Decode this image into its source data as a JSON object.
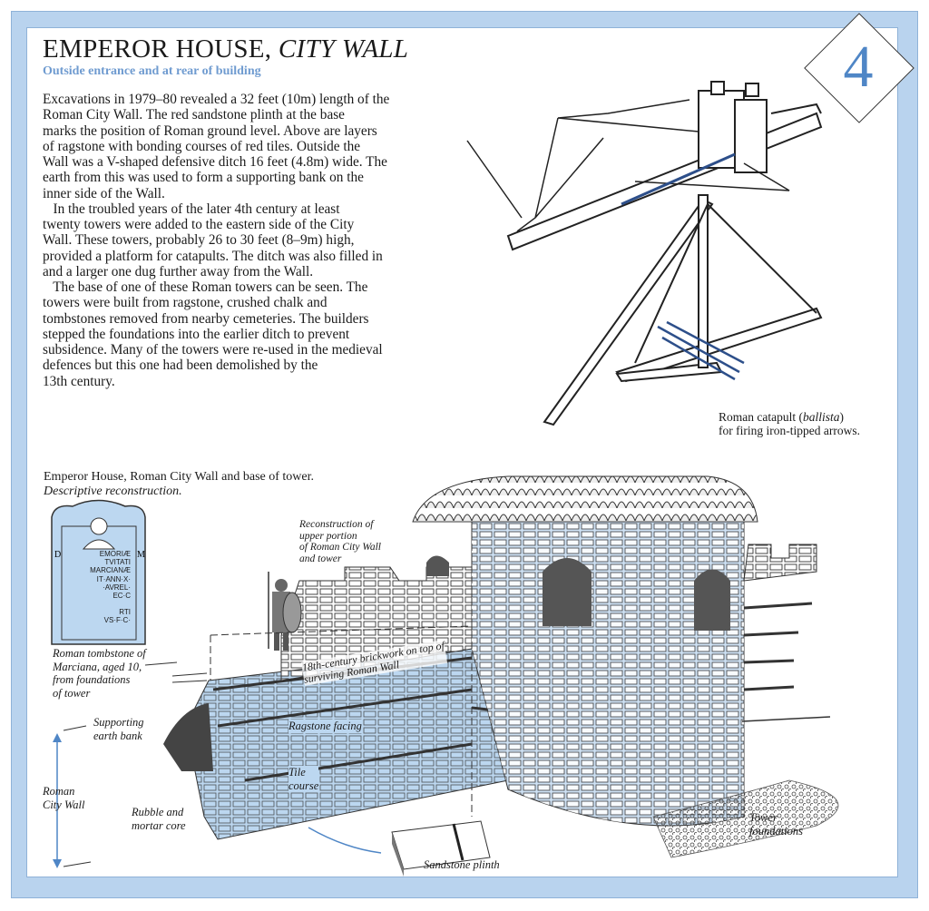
{
  "header": {
    "title_main": "EMPEROR HOUSE,",
    "title_italic": "CITY WALL",
    "subtitle": "Outside entrance and at rear of building",
    "badge_number": "4"
  },
  "body_lines": [
    "Excavations in 1979–80 revealed a 32 feet (10m) length of the",
    "Roman City Wall. The red sandstone plinth at the base",
    "marks the position of Roman ground level. Above are layers",
    "of ragstone with bonding courses of red tiles. Outside the",
    "Wall was a V-shaped defensive ditch 16 feet (4.8m) wide. The",
    "earth from this was used to form a supporting bank on the",
    "inner side of the Wall.",
    "   In the troubled years of the later 4th century at least",
    "twenty towers were added to the eastern side of the City",
    "Wall. These towers, probably 26 to 30 feet (8–9m) high,",
    "provided a platform for catapults. The ditch was also filled in",
    "and a larger one dug further away from the Wall.",
    "   The base of one of these Roman towers can be seen. The",
    "towers were built from ragstone, crushed chalk and",
    "tombstones removed from nearby cemeteries. The builders",
    "stepped the foundations into the earlier ditch to prevent",
    "subsidence. Many of the towers were re-used in the medieval",
    "defences but this one had been demolished by the",
    "13th century."
  ],
  "catapult_caption": {
    "pre": "Roman catapult (",
    "italic": "ballista",
    "post": ")",
    "line2": "for firing iron-tipped arrows."
  },
  "reconstruction_caption": {
    "line1": "Emperor House, Roman City Wall and base of tower.",
    "line2": "Descriptive reconstruction."
  },
  "tombstone": {
    "inscription": [
      "D",
      "M",
      "EMORIÆ",
      "TVITATI",
      "MARCIANÆ",
      "IT·ANN·X·",
      "·AVREL·",
      "EC·C",
      "RTI",
      "VS·F·C·"
    ],
    "caption": "Roman tombstone of\nMarciana, aged 10,\nfrom foundations\nof tower"
  },
  "labels": {
    "upper_reconstruction": "Reconstruction of\nupper portion\nof Roman City Wall\nand tower",
    "brickwork": "18th-century brickwork on top of\nsurviving Roman Wall",
    "earth_bank": "Supporting\nearth bank",
    "ragstone": "Ragstone facing",
    "tile_course": "Tile\ncourse",
    "city_wall": "Roman\nCity Wall",
    "rubble": "Rubble and\nmortar core",
    "plinth": "Sandstone plinth",
    "tower_foundations": "Tower\nfoundations"
  },
  "colors": {
    "frame_blue": "#b9d3ee",
    "accent_blue": "#6f9bd0",
    "wall_blue": "#bcd7f0",
    "number_blue": "#4f86c6"
  }
}
